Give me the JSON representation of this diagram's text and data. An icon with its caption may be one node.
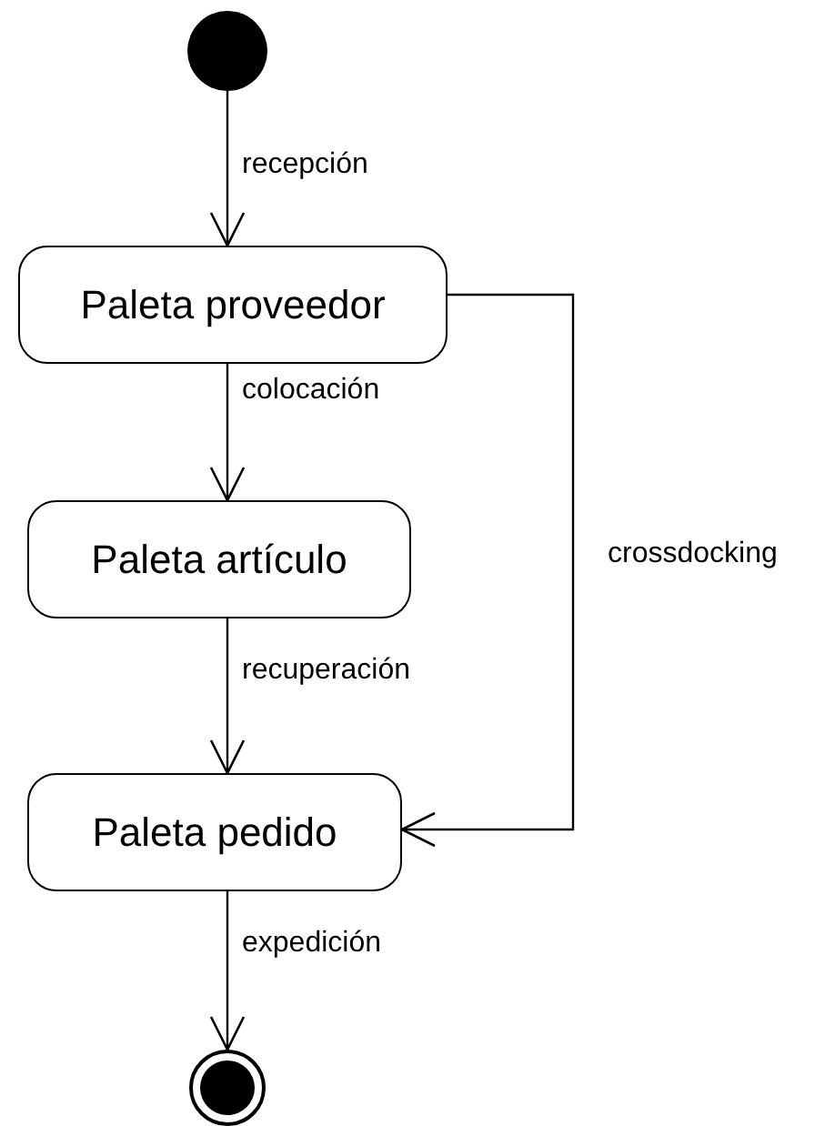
{
  "diagram": {
    "nodes": [
      {
        "text": [],
        "shape": "circle"
      },
      {
        "text": [
          "Paleta proveedor"
        ]
      },
      {
        "text": [
          "Paleta artículo"
        ]
      },
      {
        "text": [
          "Paleta pedido"
        ]
      },
      {
        "text": [],
        "shape": "circle"
      }
    ],
    "edges": [
      {
        "from": 0,
        "to": 1,
        "arrow": "to",
        "label": "recepción"
      },
      {
        "from": 1,
        "to": 2,
        "arrow": "to",
        "label": "colocación"
      },
      {
        "from": 2,
        "to": 3,
        "arrow": "to",
        "label": "recuperación"
      },
      {
        "from": 1,
        "to": 3,
        "arrow": "to",
        "label": "crossdocking"
      },
      {
        "from": 3,
        "to": 4,
        "arrow": "to",
        "label": "expedición"
      }
    ]
  }
}
